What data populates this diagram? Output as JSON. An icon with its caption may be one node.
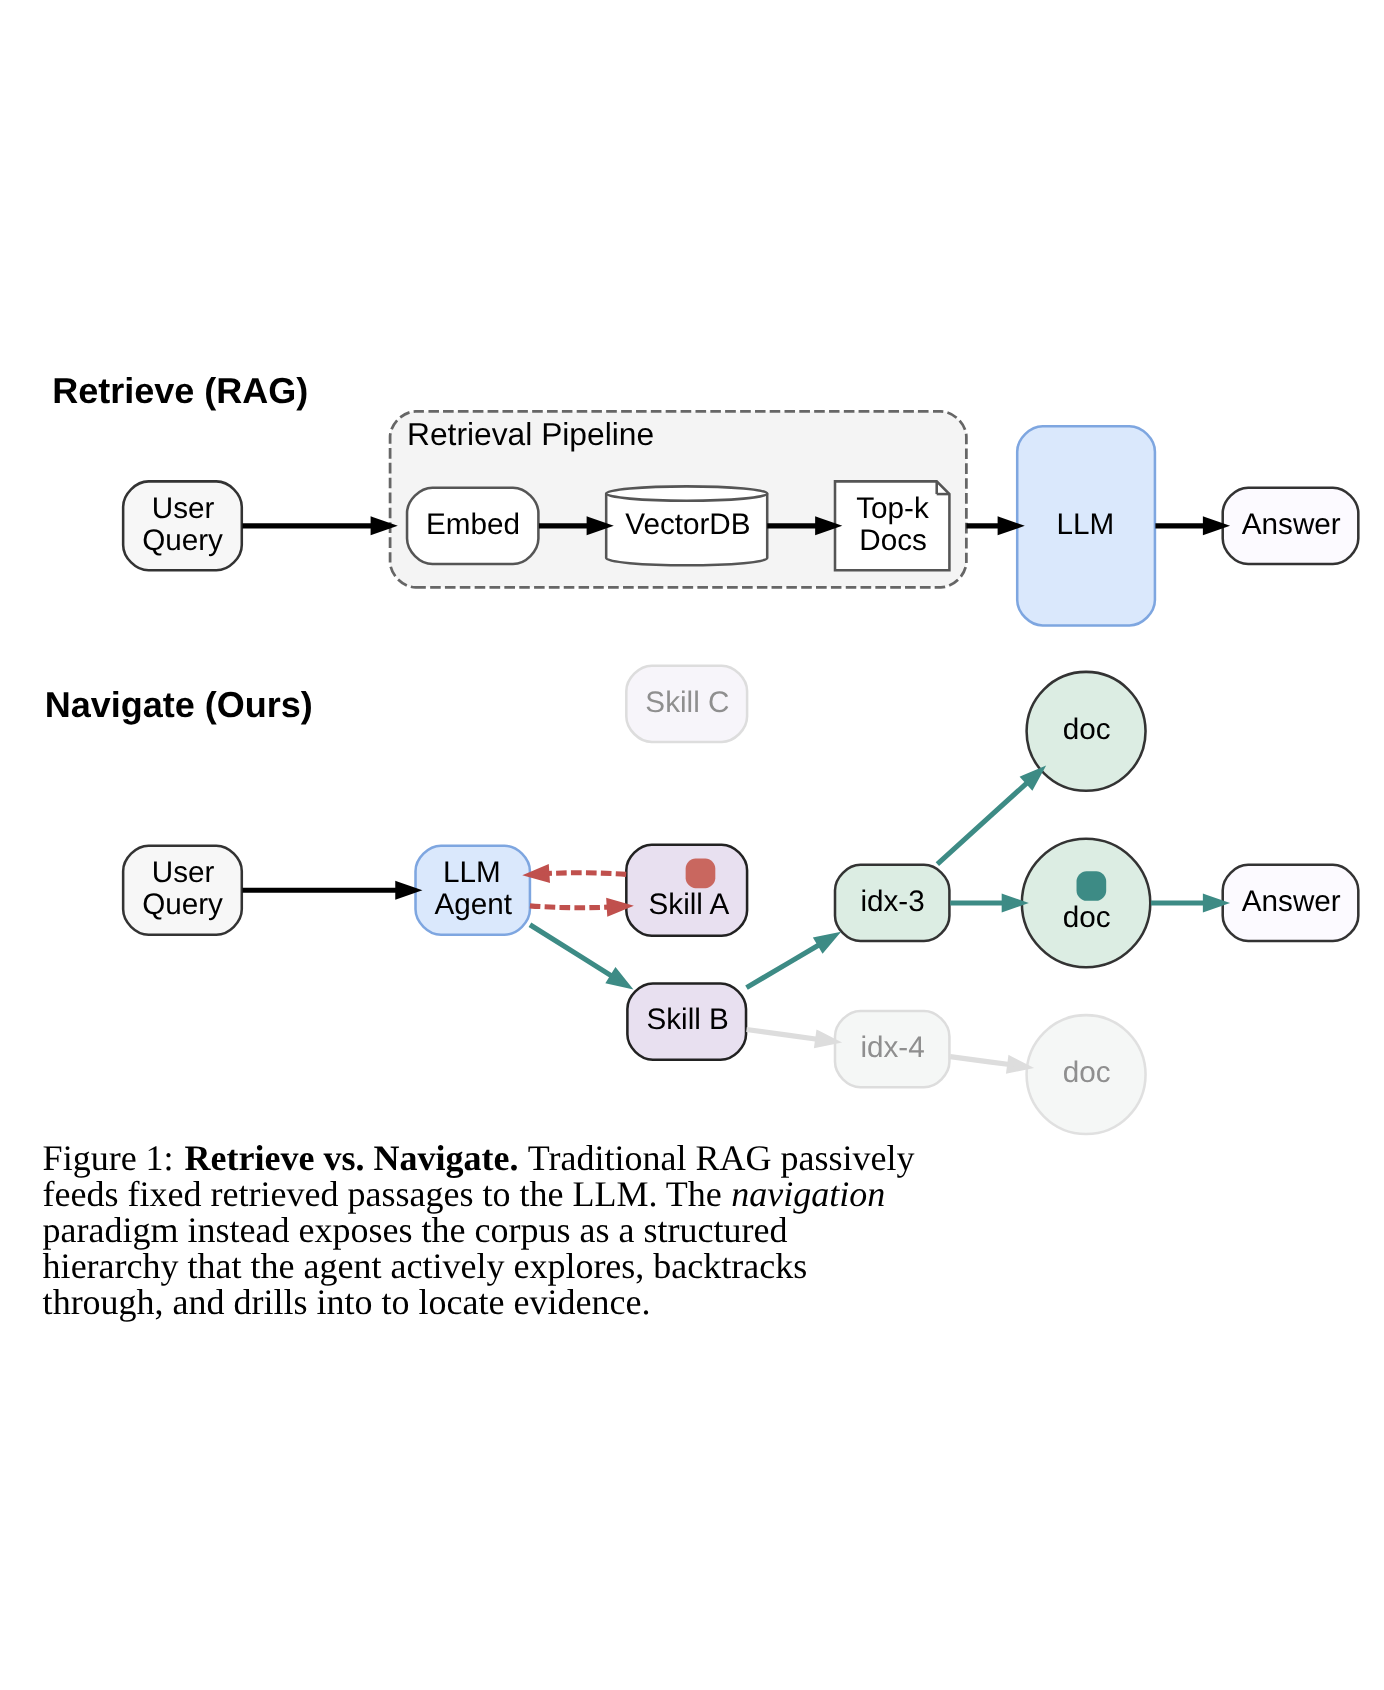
{
  "diagram": {
    "caption": "Figure 1: **Retrieve vs. Navigate.** Traditional RAG passively feeds fixed retrieved passages to the LLM. The *navigation* paradigm instead exposes the corpus as a structured hierarchy that the agent actively explores, backtracks through, and drills into to locate evidence.",
    "nodes": [
      {
        "text": [
          "User Query"
        ]
      },
      {
        "text": [
          "Retrieval Pipeline"
        ]
      },
      {
        "text": [
          "Embed"
        ],
        "in": 1
      },
      {
        "text": [
          "VectorDB"
        ],
        "in": 1
      },
      {
        "text": [
          "Top-k Docs"
        ],
        "in": 1
      },
      {
        "text": [
          "LLM"
        ]
      },
      {
        "text": [
          "Answer"
        ]
      },
      {
        "text": [
          "User Query"
        ]
      },
      {
        "text": [
          "LLM Agent"
        ]
      },
      {
        "text": [
          "Skill A"
        ]
      },
      {
        "text": [
          "Skill B"
        ]
      },
      {
        "text": [
          "Skill C"
        ]
      },
      {
        "text": [
          "idx-3"
        ]
      },
      {
        "text": [
          "idx-4"
        ]
      },
      {
        "text": [
          "doc"
        ]
      },
      {
        "text": [
          "doc"
        ]
      },
      {
        "text": [
          "doc"
        ]
      },
      {
        "text": [
          "Answer"
        ]
      }
    ],
    "edges": [
      {
        "from": 0,
        "to": 1,
        "arrow": "to"
      },
      {
        "from": 2,
        "to": 3,
        "arrow": "to"
      },
      {
        "from": 3,
        "to": 4,
        "arrow": "to"
      },
      {
        "from": 1,
        "to": 5,
        "arrow": "to"
      },
      {
        "from": 5,
        "to": 6,
        "arrow": "to"
      },
      {
        "from": 7,
        "to": 8,
        "arrow": "to"
      },
      {
        "from": 8,
        "to": 9,
        "arrow": "to",
        "style": "dashed",
        "color": "#c0504d"
      },
      {
        "from": 9,
        "to": 8,
        "arrow": "to",
        "style": "dashed",
        "color": "#c0504d"
      },
      {
        "from": 8,
        "to": 10,
        "arrow": "to",
        "color": "#3d8b85"
      },
      {
        "from": 10,
        "to": 12,
        "arrow": "to",
        "color": "#3d8b85"
      },
      {
        "from": 10,
        "to": 13,
        "arrow": "to",
        "color": "#dddddd"
      },
      {
        "from": 12,
        "to": 14,
        "arrow": "to",
        "color": "#3d8b85"
      },
      {
        "from": 12,
        "to": 15,
        "arrow": "to",
        "color": "#3d8b85"
      },
      {
        "from": 13,
        "to": 16,
        "arrow": "to",
        "color": "#dddddd"
      },
      {
        "from": 15,
        "to": 17,
        "arrow": "to",
        "color": "#3d8b85"
      }
    ],
    "labels": [
      "Retrieve (RAG)",
      "Navigate (Ours)"
    ]
  }
}
